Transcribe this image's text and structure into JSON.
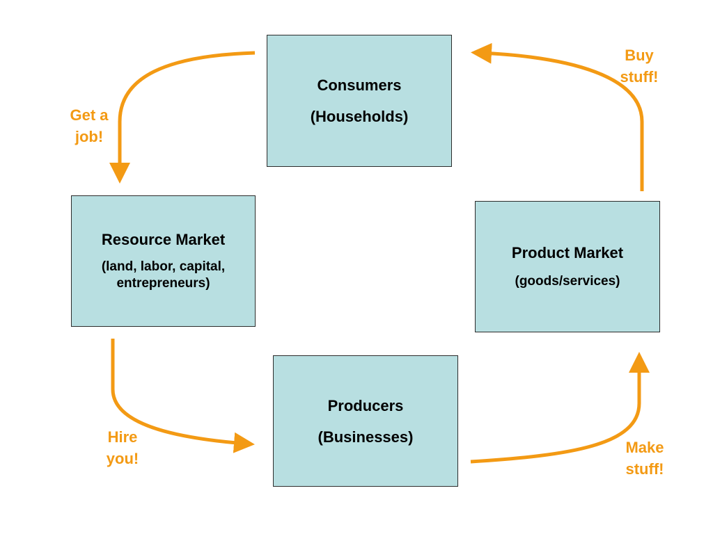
{
  "colors": {
    "box_fill": "#b8dfe1",
    "box_border": "#2b2b2b",
    "arrow": "#f39a14",
    "label": "#f39a14"
  },
  "boxes": {
    "consumers": {
      "title": "Consumers",
      "subtitle": "(Households)"
    },
    "resource_market": {
      "title": "Resource Market",
      "subtitle": "(land, labor, capital,\nentrepreneurs)"
    },
    "product_market": {
      "title": "Product Market",
      "subtitle": "(goods/services)"
    },
    "producers": {
      "title": "Producers",
      "subtitle": "(Businesses)"
    }
  },
  "arrow_labels": {
    "get_job": "Get a\njob!",
    "buy_stuff": "Buy\nstuff!",
    "hire_you": "Hire\nyou!",
    "make_stuff": "Make\nstuff!"
  }
}
